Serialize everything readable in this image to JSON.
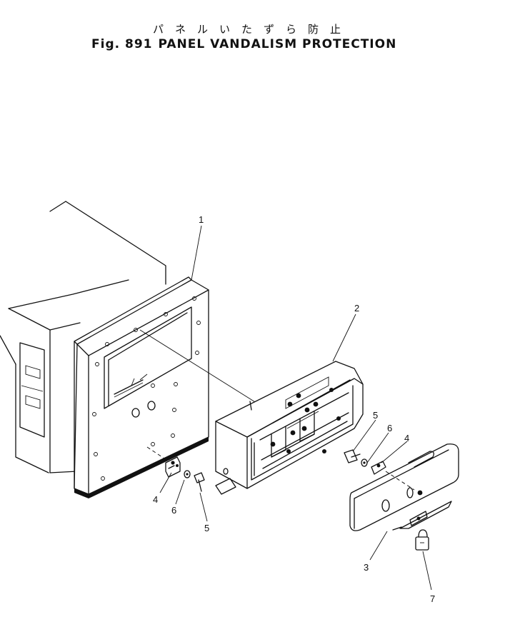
{
  "title": {
    "japanese": "パネルいたずら防止",
    "fig_label": "Fig. 891",
    "english": "PANEL VANDALISM PROTECTION"
  },
  "callouts": {
    "c1": "1",
    "c2": "2",
    "c3": "3",
    "c4_left": "4",
    "c6_left": "6",
    "c5_left": "5",
    "c5_right": "5",
    "c6_right": "6",
    "c4_right": "4",
    "c7": "7"
  }
}
